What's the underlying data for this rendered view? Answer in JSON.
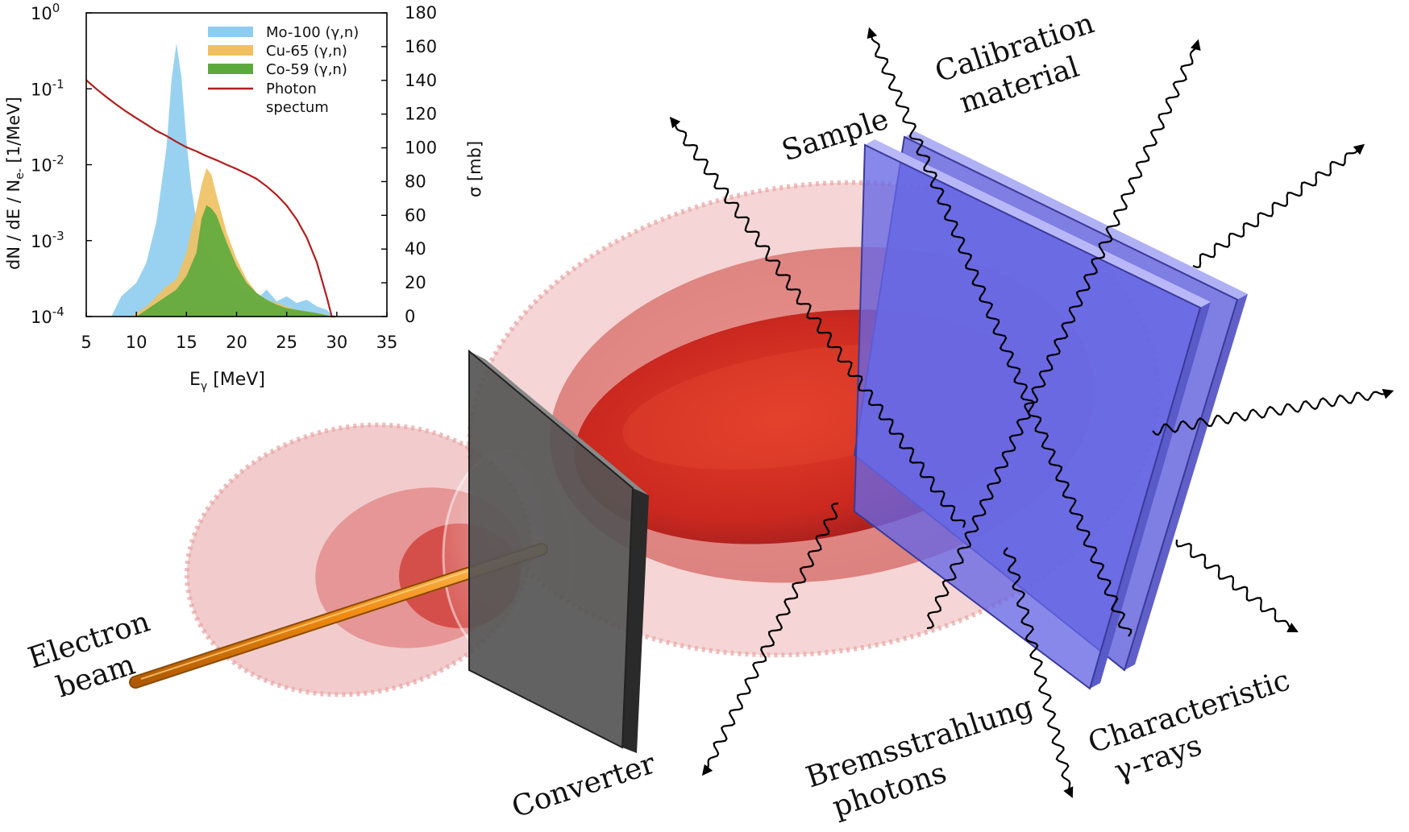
{
  "labels": {
    "electron": [
      "Electron",
      "beam"
    ],
    "converter": "Converter",
    "brems": [
      "Bremsstrahlung",
      "photons"
    ],
    "characteristic": [
      "Characteristic",
      "γ-rays"
    ],
    "sample": "Sample",
    "calibration": [
      "Calibration",
      "material"
    ]
  },
  "colors": {
    "lobe_outer": "#e8a2a2",
    "lobe_mid": "#d85454",
    "lobe_core": "#cc2014",
    "beam": "#f08a10",
    "converter": "#4e4e4e",
    "plate": "#6a6ae8",
    "mo": "#8ecdf0",
    "cu": "#f0c060",
    "co": "#5caa3c",
    "photon": "#b01e1e"
  },
  "chart_data": {
    "type": "area",
    "xlabel": "Eγ [MeV]",
    "ylabel_left": "dN / dE / Ne- [1/MeV]",
    "ylabel_right": "σ [mb]",
    "xlim": [
      5,
      35
    ],
    "xticks": [
      "5",
      "10",
      "15",
      "20",
      "25",
      "30",
      "35"
    ],
    "ylim_left_log10": [
      -4,
      0
    ],
    "yticks_left": [
      {
        "base": "10",
        "exp": "0"
      },
      {
        "base": "10",
        "exp": "-1"
      },
      {
        "base": "10",
        "exp": "-2"
      },
      {
        "base": "10",
        "exp": "-3"
      },
      {
        "base": "10",
        "exp": "-4"
      }
    ],
    "ylim_right": [
      0,
      180
    ],
    "yticks_right": [
      "0",
      "20",
      "40",
      "60",
      "80",
      "100",
      "120",
      "140",
      "160",
      "180"
    ],
    "legend_position": "top-right",
    "legend": [
      "Mo-100 (γ,n)",
      "Cu-65 (γ,n)",
      "Co-59 (γ,n)",
      "Photon spectum"
    ],
    "series": [
      {
        "name": "Mo-100 (γ,n)",
        "axis": "right",
        "kind": "area",
        "x": [
          5,
          7.5,
          8.5,
          10,
          11,
          12,
          13,
          13.5,
          14,
          14.5,
          15,
          15.5,
          16,
          16.5,
          17,
          18,
          19,
          20,
          21,
          22,
          23,
          24,
          25,
          26,
          27,
          28,
          29,
          29.6
        ],
        "y": [
          0,
          0,
          12,
          20,
          32,
          56,
          100,
          140,
          162,
          142,
          104,
          76,
          56,
          48,
          38,
          30,
          22,
          18,
          14,
          10,
          16,
          9,
          12,
          8,
          10,
          6,
          4,
          0
        ]
      },
      {
        "name": "Cu-65 (γ,n)",
        "axis": "right",
        "kind": "area",
        "x": [
          5,
          9.5,
          11,
          12,
          13,
          14,
          15,
          15.5,
          16,
          16.5,
          17,
          17.5,
          18,
          19,
          20,
          21,
          22,
          23,
          24,
          25,
          26,
          27,
          28,
          29,
          29.6
        ],
        "y": [
          0,
          0,
          6,
          12,
          18,
          22,
          38,
          52,
          64,
          78,
          88,
          84,
          72,
          50,
          34,
          22,
          14,
          10,
          8,
          6,
          4,
          3,
          2,
          1,
          0
        ]
      },
      {
        "name": "Co-59 (γ,n)",
        "axis": "right",
        "kind": "area",
        "x": [
          5,
          10,
          11,
          12,
          13,
          14,
          15,
          16,
          16.5,
          17,
          17.5,
          18,
          19,
          20,
          21,
          22,
          23,
          24,
          25,
          26,
          27,
          28,
          29.6
        ],
        "y": [
          0,
          0,
          4,
          8,
          12,
          16,
          24,
          38,
          58,
          66,
          64,
          60,
          44,
          30,
          20,
          14,
          10,
          7,
          5,
          4,
          3,
          2,
          0
        ]
      },
      {
        "name": "Photon spectum",
        "axis": "left",
        "kind": "line",
        "x": [
          5,
          6,
          7,
          8,
          9,
          10,
          11,
          12,
          13,
          14,
          15,
          16,
          17,
          18,
          19,
          20,
          21,
          22,
          23,
          24,
          25,
          26,
          27,
          28,
          29,
          29.5,
          29.85
        ],
        "y": [
          0.13,
          0.1,
          0.078,
          0.062,
          0.05,
          0.041,
          0.034,
          0.028,
          0.024,
          0.02,
          0.017,
          0.015,
          0.013,
          0.0115,
          0.01,
          0.0088,
          0.0076,
          0.0065,
          0.0052,
          0.004,
          0.0029,
          0.0019,
          0.0011,
          0.00052,
          0.00018,
          0.0001,
          0.0001
        ]
      }
    ]
  }
}
